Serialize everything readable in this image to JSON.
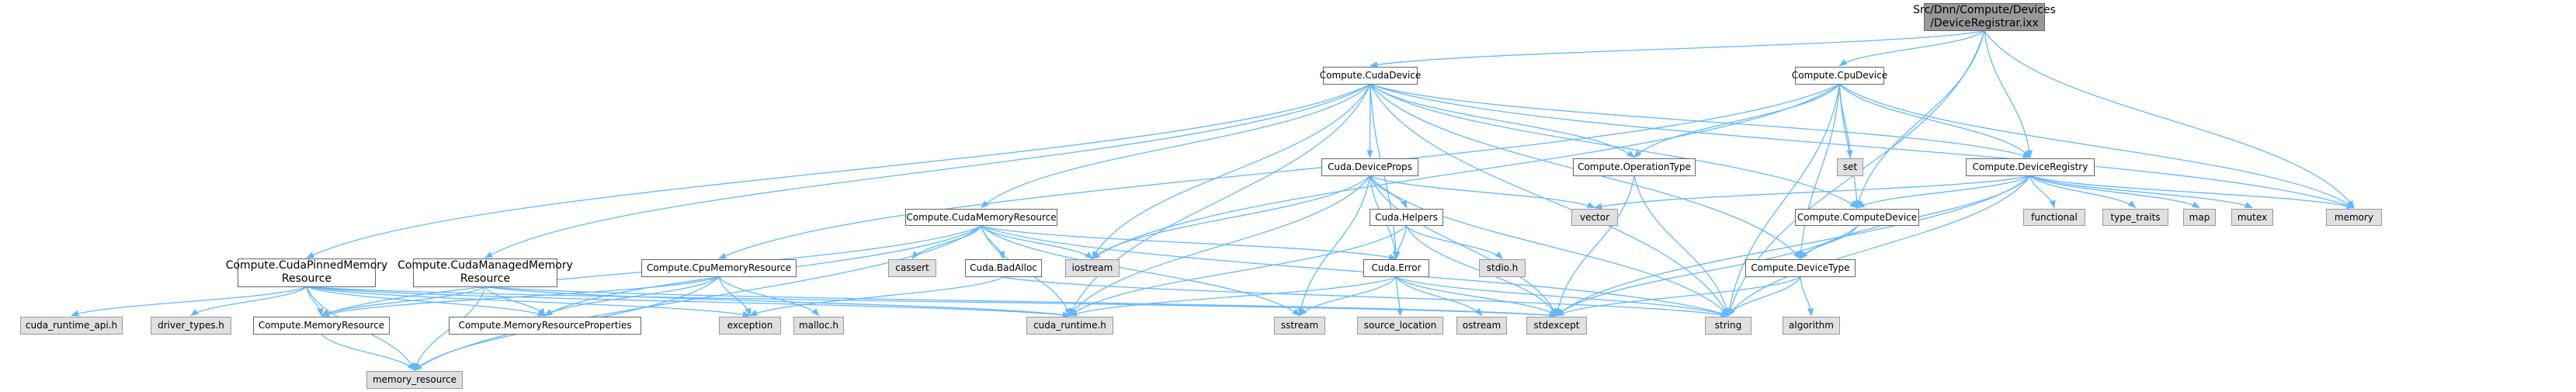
{
  "colors": {
    "edge": "#63b8ff",
    "root_fill": "#999999",
    "external_fill": "#e0e0e0",
    "local_fill": "#ffffff",
    "border": "#666666"
  },
  "nodes": {
    "root": {
      "label": "Src/Dnn/Compute/Devices\n/DeviceRegistrar.ixx",
      "kind": "root"
    },
    "cuda_device": {
      "label": "Compute.CudaDevice",
      "kind": "local"
    },
    "cpu_device": {
      "label": "Compute.CpuDevice",
      "kind": "local"
    },
    "device_registry": {
      "label": "Compute.DeviceRegistry",
      "kind": "local"
    },
    "compute_device": {
      "label": "Compute.ComputeDevice",
      "kind": "local"
    },
    "device_type": {
      "label": "Compute.DeviceType",
      "kind": "local"
    },
    "operation_type": {
      "label": "Compute.OperationType",
      "kind": "local"
    },
    "cuda_device_props": {
      "label": "Cuda.DeviceProps",
      "kind": "local"
    },
    "cuda_helpers": {
      "label": "Cuda.Helpers",
      "kind": "local"
    },
    "cuda_error": {
      "label": "Cuda.Error",
      "kind": "local"
    },
    "cuda_bad_alloc": {
      "label": "Cuda.BadAlloc",
      "kind": "local"
    },
    "cuda_memory_resource": {
      "label": "Compute.CudaMemoryResource",
      "kind": "local"
    },
    "cuda_pinned": {
      "label": "Compute.CudaPinnedMemory\nResource",
      "kind": "local"
    },
    "cuda_managed": {
      "label": "Compute.CudaManagedMemory\nResource",
      "kind": "local"
    },
    "cpu_memory_resource": {
      "label": "Compute.CpuMemoryResource",
      "kind": "local"
    },
    "memory_resource_c": {
      "label": "Compute.MemoryResource",
      "kind": "local"
    },
    "memory_resource_props": {
      "label": "Compute.MemoryResourceProperties",
      "kind": "local"
    },
    "memory_resource_std": {
      "label": "memory_resource",
      "kind": "ext"
    },
    "cuda_runtime_api": {
      "label": "cuda_runtime_api.h",
      "kind": "ext"
    },
    "driver_types": {
      "label": "driver_types.h",
      "kind": "ext"
    },
    "cuda_runtime_h": {
      "label": "cuda_runtime.h",
      "kind": "ext"
    },
    "exception": {
      "label": "exception",
      "kind": "ext"
    },
    "malloc": {
      "label": "malloc.h",
      "kind": "ext"
    },
    "cassert": {
      "label": "cassert",
      "kind": "ext"
    },
    "iostream": {
      "label": "iostream",
      "kind": "ext"
    },
    "sstream": {
      "label": "sstream",
      "kind": "ext"
    },
    "source_location": {
      "label": "source_location",
      "kind": "ext"
    },
    "ostream": {
      "label": "ostream",
      "kind": "ext"
    },
    "stdexcept": {
      "label": "stdexcept",
      "kind": "ext"
    },
    "string": {
      "label": "string",
      "kind": "ext"
    },
    "stdio": {
      "label": "stdio.h",
      "kind": "ext"
    },
    "vector": {
      "label": "vector",
      "kind": "ext"
    },
    "set": {
      "label": "set",
      "kind": "ext"
    },
    "functional": {
      "label": "functional",
      "kind": "ext"
    },
    "type_traits": {
      "label": "type_traits",
      "kind": "ext"
    },
    "map": {
      "label": "map",
      "kind": "ext"
    },
    "mutex": {
      "label": "mutex",
      "kind": "ext"
    },
    "memory": {
      "label": "memory",
      "kind": "ext"
    },
    "algorithm": {
      "label": "algorithm",
      "kind": "ext"
    }
  },
  "edges": [
    [
      "root",
      "cuda_device"
    ],
    [
      "root",
      "cpu_device"
    ],
    [
      "root",
      "device_registry"
    ],
    [
      "root",
      "compute_device"
    ],
    [
      "root",
      "memory"
    ],
    [
      "root",
      "string"
    ],
    [
      "cuda_device",
      "cuda_device_props"
    ],
    [
      "cuda_device",
      "operation_type"
    ],
    [
      "cuda_device",
      "device_registry"
    ],
    [
      "cuda_device",
      "compute_device"
    ],
    [
      "cuda_device",
      "device_type"
    ],
    [
      "cuda_device",
      "cuda_memory_resource"
    ],
    [
      "cuda_device",
      "cuda_pinned"
    ],
    [
      "cuda_device",
      "cuda_managed"
    ],
    [
      "cuda_device",
      "cuda_error"
    ],
    [
      "cuda_device",
      "iostream"
    ],
    [
      "cuda_device",
      "cuda_runtime_h"
    ],
    [
      "cuda_device",
      "string"
    ],
    [
      "cuda_device",
      "memory"
    ],
    [
      "cpu_device",
      "operation_type"
    ],
    [
      "cpu_device",
      "device_registry"
    ],
    [
      "cpu_device",
      "compute_device"
    ],
    [
      "cpu_device",
      "device_type"
    ],
    [
      "cpu_device",
      "cpu_memory_resource"
    ],
    [
      "cpu_device",
      "set"
    ],
    [
      "cpu_device",
      "memory"
    ],
    [
      "cpu_device",
      "string"
    ],
    [
      "cpu_device",
      "iostream"
    ],
    [
      "device_registry",
      "compute_device"
    ],
    [
      "device_registry",
      "device_type"
    ],
    [
      "device_registry",
      "functional"
    ],
    [
      "device_registry",
      "type_traits"
    ],
    [
      "device_registry",
      "map"
    ],
    [
      "device_registry",
      "mutex"
    ],
    [
      "device_registry",
      "memory"
    ],
    [
      "device_registry",
      "vector"
    ],
    [
      "device_registry",
      "string"
    ],
    [
      "device_registry",
      "stdexcept"
    ],
    [
      "compute_device",
      "device_type"
    ],
    [
      "compute_device",
      "stdexcept"
    ],
    [
      "device_type",
      "algorithm"
    ],
    [
      "device_type",
      "string"
    ],
    [
      "device_type",
      "stdexcept"
    ],
    [
      "operation_type",
      "string"
    ],
    [
      "operation_type",
      "stdexcept"
    ],
    [
      "cuda_device_props",
      "cuda_helpers"
    ],
    [
      "cuda_device_props",
      "cuda_error"
    ],
    [
      "cuda_device_props",
      "vector"
    ],
    [
      "cuda_device_props",
      "iostream"
    ],
    [
      "cuda_device_props",
      "sstream"
    ],
    [
      "cuda_device_props",
      "string"
    ],
    [
      "cuda_device_props",
      "stdexcept"
    ],
    [
      "cuda_device_props",
      "cuda_runtime_h"
    ],
    [
      "cuda_helpers",
      "cuda_error"
    ],
    [
      "cuda_helpers",
      "stdio"
    ],
    [
      "cuda_helpers",
      "stdexcept"
    ],
    [
      "cuda_helpers",
      "cuda_runtime_h"
    ],
    [
      "cuda_error",
      "cuda_runtime_h"
    ],
    [
      "cuda_error",
      "sstream"
    ],
    [
      "cuda_error",
      "source_location"
    ],
    [
      "cuda_error",
      "ostream"
    ],
    [
      "cuda_error",
      "stdexcept"
    ],
    [
      "cuda_error",
      "string"
    ],
    [
      "cuda_bad_alloc",
      "exception"
    ],
    [
      "cuda_bad_alloc",
      "string"
    ],
    [
      "cuda_memory_resource",
      "cassert"
    ],
    [
      "cuda_memory_resource",
      "iostream"
    ],
    [
      "cuda_memory_resource",
      "cuda_bad_alloc"
    ],
    [
      "cuda_memory_resource",
      "cuda_error"
    ],
    [
      "cuda_memory_resource",
      "memory_resource_c"
    ],
    [
      "cuda_memory_resource",
      "memory_resource_props"
    ],
    [
      "cuda_memory_resource",
      "cuda_runtime_h"
    ],
    [
      "cuda_memory_resource",
      "sstream"
    ],
    [
      "cuda_memory_resource",
      "string"
    ],
    [
      "cuda_memory_resource",
      "memory_resource_std"
    ],
    [
      "cuda_pinned",
      "cuda_runtime_api"
    ],
    [
      "cuda_pinned",
      "driver_types"
    ],
    [
      "cuda_pinned",
      "memory_resource_c"
    ],
    [
      "cuda_pinned",
      "memory_resource_props"
    ],
    [
      "cuda_pinned",
      "exception"
    ],
    [
      "cuda_pinned",
      "cuda_runtime_h"
    ],
    [
      "cuda_pinned",
      "stdexcept"
    ],
    [
      "cuda_pinned",
      "memory_resource_std"
    ],
    [
      "cuda_managed",
      "memory_resource_c"
    ],
    [
      "cuda_managed",
      "memory_resource_props"
    ],
    [
      "cuda_managed",
      "cuda_runtime_h"
    ],
    [
      "cuda_managed",
      "stdexcept"
    ],
    [
      "cuda_managed",
      "memory_resource_std"
    ],
    [
      "cpu_memory_resource",
      "memory_resource_c"
    ],
    [
      "cpu_memory_resource",
      "memory_resource_props"
    ],
    [
      "cpu_memory_resource",
      "exception"
    ],
    [
      "cpu_memory_resource",
      "malloc"
    ],
    [
      "cpu_memory_resource",
      "memory_resource_std"
    ],
    [
      "memory_resource_c",
      "memory_resource_std"
    ]
  ]
}
